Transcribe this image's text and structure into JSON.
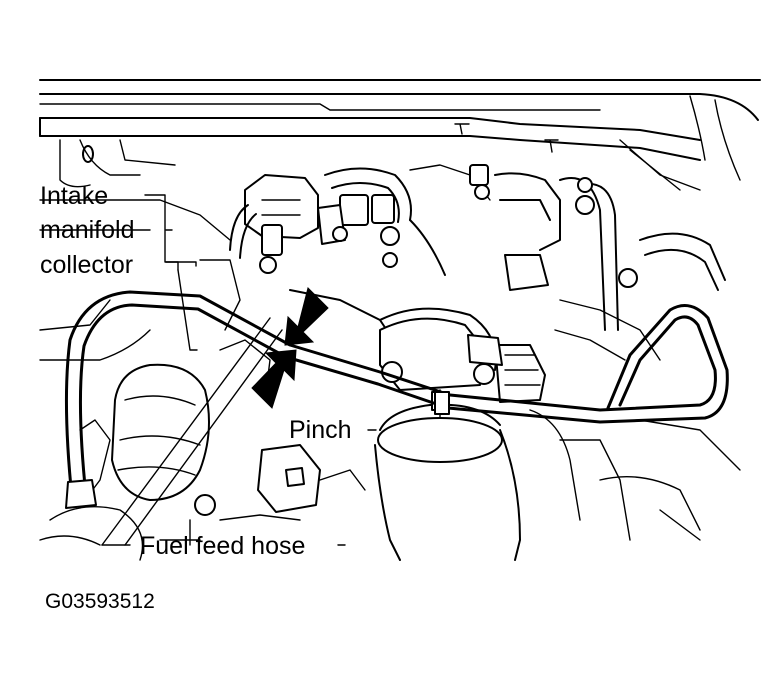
{
  "labels": {
    "intake_line1": "Intake",
    "intake_line2": "manifold",
    "intake_line3": "collector",
    "pinch": "Pinch",
    "fuel_feed_hose": "Fuel feed hose",
    "figure_id": "G03593512"
  },
  "colors": {
    "ink": "#000000",
    "paper": "#ffffff"
  }
}
